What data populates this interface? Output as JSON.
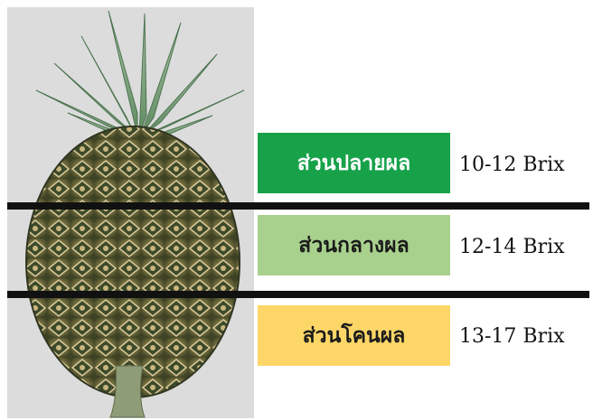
{
  "sections": [
    {
      "label": "ส่วนปลายผล",
      "brix": "10-12  Brix",
      "color": "#17a24a"
    },
    {
      "label": "ส่วนกลางผล",
      "brix": "12-14  Brix",
      "color": "#a9d18e"
    },
    {
      "label": "ส่วนโคนผล",
      "brix": "13-17  Brix",
      "color": "#fcd768"
    }
  ]
}
